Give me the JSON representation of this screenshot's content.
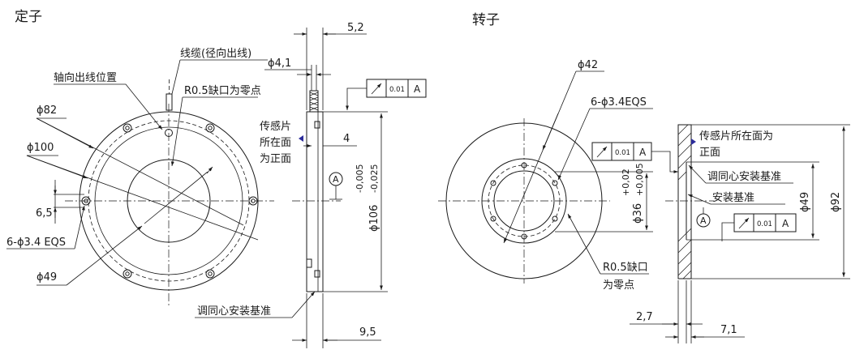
{
  "stator": {
    "title": "定子",
    "dim_5_2": "5,2",
    "cable_radial": "线缆(径向出线)",
    "phi_4_1": "ϕ4,1",
    "axial_outlet": "轴向出线位置",
    "r05_zero": "R0.5缺口为零点",
    "phi_82": "ϕ82",
    "phi_100": "ϕ100",
    "dim_6_5": "6,5",
    "holes": "6-ϕ3.4 EQS",
    "phi_49": "ϕ49",
    "sensor_face": [
      "传感片",
      "所在面",
      "为正面"
    ],
    "dim_4": "4",
    "datum": "A",
    "tol_upper": "-0,005",
    "tol_lower": "-0,025",
    "phi_106": "ϕ106",
    "concentric_base": "调同心安装基准",
    "dim_9_5": "9,5",
    "fcf": {
      "value": "0.01",
      "datum": "A"
    }
  },
  "rotor": {
    "title": "转子",
    "phi_42": "ϕ42",
    "holes": "6-ϕ3.4EQS",
    "tol_upper": "+0,02",
    "tol_lower": "+0,005",
    "phi_36": "ϕ36",
    "r05_zero": [
      "R0.5缺口",
      "为零点"
    ],
    "dim_2_7": "2,7",
    "sensor_face": [
      "传感片所在面为",
      "正面"
    ],
    "concentric_base": "调同心安装基准",
    "install_base": "安装基准",
    "datum": "A",
    "phi_49": "ϕ49",
    "phi_92": "ϕ92",
    "dim_7_1": "7,1",
    "fcf_top": {
      "value": "0.01",
      "datum": "A"
    },
    "fcf_bottom": {
      "value": "0.01",
      "datum": "A"
    }
  }
}
